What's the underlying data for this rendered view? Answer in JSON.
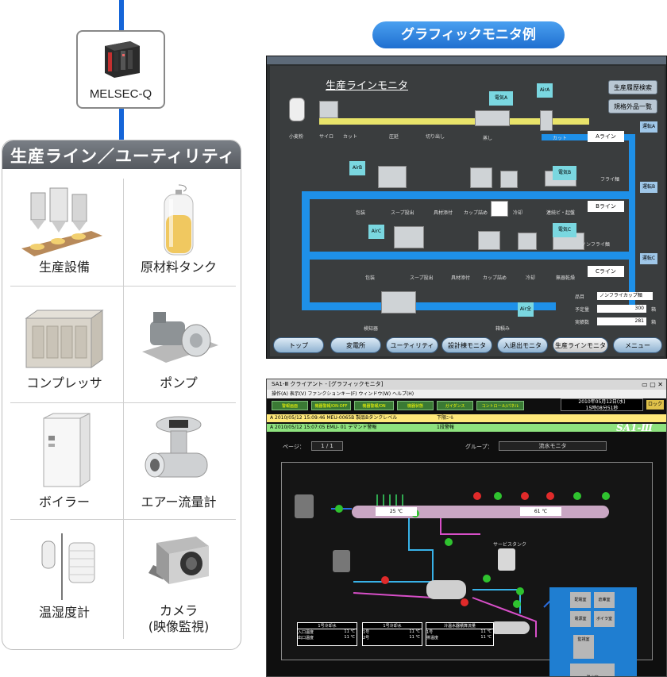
{
  "left": {
    "plc_label": "MELSEC-Q",
    "panel_title": "生産ライン／ユーティリティ",
    "items": [
      {
        "label": "生産設備",
        "icon": "production-equipment-icon"
      },
      {
        "label": "原材料タンク",
        "icon": "material-tank-icon"
      },
      {
        "label": "コンプレッサ",
        "icon": "compressor-icon"
      },
      {
        "label": "ポンプ",
        "icon": "pump-icon"
      },
      {
        "label": "ボイラー",
        "icon": "boiler-icon"
      },
      {
        "label": "エアー流量計",
        "icon": "air-flowmeter-icon"
      },
      {
        "label": "温湿度計",
        "icon": "thermo-hygrometer-icon"
      },
      {
        "label": "カメラ\n(映像監視)",
        "icon": "camera-icon"
      }
    ],
    "colors": {
      "network_line": "#1565d8",
      "header": "#6a6e74"
    }
  },
  "monitor_pill": "グラフィックモニタ例",
  "screen1": {
    "heading": "生産ラインモニタ",
    "top_buttons": [
      "生産履歴検索",
      "規格外品一覧"
    ],
    "lines": [
      "Aライン",
      "Bライン",
      "Cライン"
    ],
    "run_tags": [
      "運転A",
      "運転B",
      "運転C"
    ],
    "elec_tags": [
      "電気A",
      "電気B",
      "電気C",
      "AirA",
      "AirB",
      "AirC",
      "Air全"
    ],
    "process_labels": [
      "小麦粉",
      "サイロ",
      "カット",
      "圧延",
      "切り出し",
      "蒸し",
      "カット",
      "フライ麺",
      "包装",
      "スープ投出",
      "具材添付",
      "カップ詰め",
      "冷却",
      "連続ビ・起盤",
      "ノンフライ麺",
      "包装",
      "スープ投出",
      "具材添付",
      "カップ詰め",
      "冷却",
      "無器乾燥",
      "検知器",
      "箱積み"
    ],
    "info": {
      "product_label": "品目",
      "product_value": "ノンフライカップ麺",
      "plan_label": "予定量",
      "plan_value": "300",
      "plan_unit": "箱",
      "actual_label": "実績数",
      "actual_value": "281",
      "actual_unit": "箱"
    },
    "nav": [
      "トップ",
      "変電所",
      "ユーティリティ",
      "設計棟モニタ",
      "入退出モニタ",
      "生産ラインモニタ",
      "メニュー"
    ],
    "nav_active": "生産ラインモニタ"
  },
  "screen2": {
    "title": "SA1-Ⅲ クライアント - [グラフィックモニタ]",
    "menu": "操作(A)   表示(V)   ファンクションキー(F)   ウィンドウ(W)   ヘルプ(H)",
    "toolbar": [
      "警報画面",
      "機器警報/ON-OFF",
      "機器警報/ON",
      "機器状態",
      "ガイダンス",
      "コントロール/パネル"
    ],
    "datetime": "2010年05月12日(水)",
    "time": "15時08分51秒",
    "lock_label": "ロック",
    "brand": "SA1-Ⅲ",
    "alarms": [
      {
        "text": "A 2010/05/12 15:09:46 MEU-0065B 製品Bタンクレベル",
        "status": "下限ﾆｰﾙ",
        "color": "#ffe97a"
      },
      {
        "text": "A 2010/05/12 15:07:05 EMU-  01 デマンド警報",
        "status": "1段警報",
        "color": "#8ee27e"
      }
    ],
    "page_label": "ページ：",
    "page_value": "1 / 1",
    "group_label": "グループ：",
    "group_value": "流水モニタ",
    "temps": [
      "25 ℃",
      "61 ℃"
    ],
    "rooms": [
      "配電室",
      "倉庫室",
      "電源室",
      "ボイラ室",
      "監視室",
      "脱水室"
    ],
    "tanks_label": "サービスタンク",
    "tables": [
      {
        "title": "1号冷却水",
        "rows": [
          [
            "入口温度",
            "11 ℃"
          ],
          [
            "出口温度",
            "11 ℃"
          ]
        ]
      },
      {
        "title": "1号冷却水",
        "rows": [
          [
            "1号",
            "11 ℃"
          ],
          [
            "2号",
            "11 ℃"
          ]
        ]
      },
      {
        "title": "冷温水器積算流量",
        "rows": [
          [
            "1号",
            "11 ℃"
          ],
          [
            "排温度",
            "11 ℃"
          ]
        ]
      }
    ]
  }
}
